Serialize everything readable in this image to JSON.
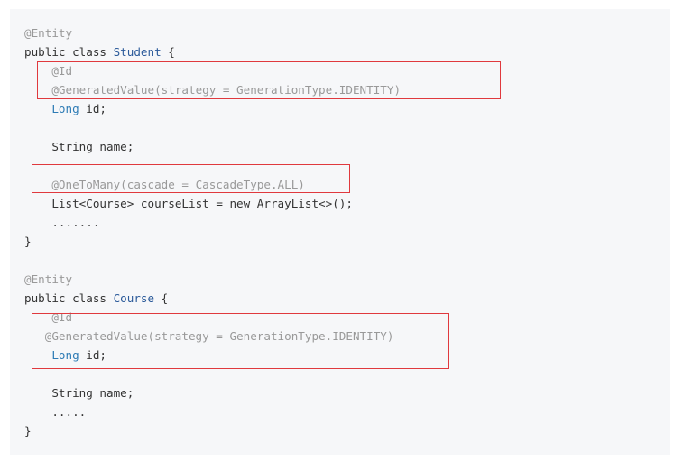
{
  "code": {
    "lines": [
      {
        "indent": "",
        "segments": [
          {
            "t": "anno",
            "text": "@Entity"
          }
        ]
      },
      {
        "indent": "",
        "segments": [
          {
            "t": "kw",
            "text": "public class "
          },
          {
            "t": "cls",
            "text": "Student"
          },
          {
            "t": "plain",
            "text": " {"
          }
        ]
      },
      {
        "indent": "    ",
        "segments": [
          {
            "t": "anno",
            "text": "@Id"
          }
        ]
      },
      {
        "indent": "    ",
        "segments": [
          {
            "t": "anno",
            "text": "@GeneratedValue(strategy = GenerationType.IDENTITY)"
          }
        ]
      },
      {
        "indent": "    ",
        "segments": [
          {
            "t": "type",
            "text": "Long"
          },
          {
            "t": "plain",
            "text": " id;"
          }
        ]
      },
      {
        "indent": "",
        "segments": []
      },
      {
        "indent": "    ",
        "segments": [
          {
            "t": "plain",
            "text": "String name;"
          }
        ]
      },
      {
        "indent": "",
        "segments": []
      },
      {
        "indent": "    ",
        "segments": [
          {
            "t": "anno",
            "text": "@OneToMany(cascade = CascadeType.ALL)"
          }
        ]
      },
      {
        "indent": "    ",
        "segments": [
          {
            "t": "plain",
            "text": "List<Course> courseList = new ArrayList<>();"
          }
        ]
      },
      {
        "indent": "    ",
        "segments": [
          {
            "t": "plain",
            "text": "......."
          }
        ]
      },
      {
        "indent": "",
        "segments": [
          {
            "t": "plain",
            "text": "}"
          }
        ]
      },
      {
        "indent": "",
        "segments": []
      },
      {
        "indent": "",
        "segments": [
          {
            "t": "anno",
            "text": "@Entity"
          }
        ]
      },
      {
        "indent": "",
        "segments": [
          {
            "t": "kw",
            "text": "public class "
          },
          {
            "t": "cls",
            "text": "Course"
          },
          {
            "t": "plain",
            "text": " {"
          }
        ]
      },
      {
        "indent": "    ",
        "segments": [
          {
            "t": "anno",
            "text": "@Id"
          }
        ]
      },
      {
        "indent": "   ",
        "segments": [
          {
            "t": "anno",
            "text": "@GeneratedValue(strategy = GenerationType.IDENTITY)"
          }
        ]
      },
      {
        "indent": "    ",
        "segments": [
          {
            "t": "type",
            "text": "Long"
          },
          {
            "t": "plain",
            "text": " id;"
          }
        ]
      },
      {
        "indent": "",
        "segments": []
      },
      {
        "indent": "    ",
        "segments": [
          {
            "t": "plain",
            "text": "String name;"
          }
        ]
      },
      {
        "indent": "    ",
        "segments": [
          {
            "t": "plain",
            "text": "....."
          }
        ]
      },
      {
        "indent": "",
        "segments": [
          {
            "t": "plain",
            "text": "}"
          }
        ]
      }
    ]
  },
  "colors": {
    "background": "#f6f7f9",
    "annotation": "#999999",
    "keyword": "#333333",
    "class_name": "#2b5a9a",
    "type_name": "#2d7bb5",
    "highlight_border": "#e0393e"
  }
}
